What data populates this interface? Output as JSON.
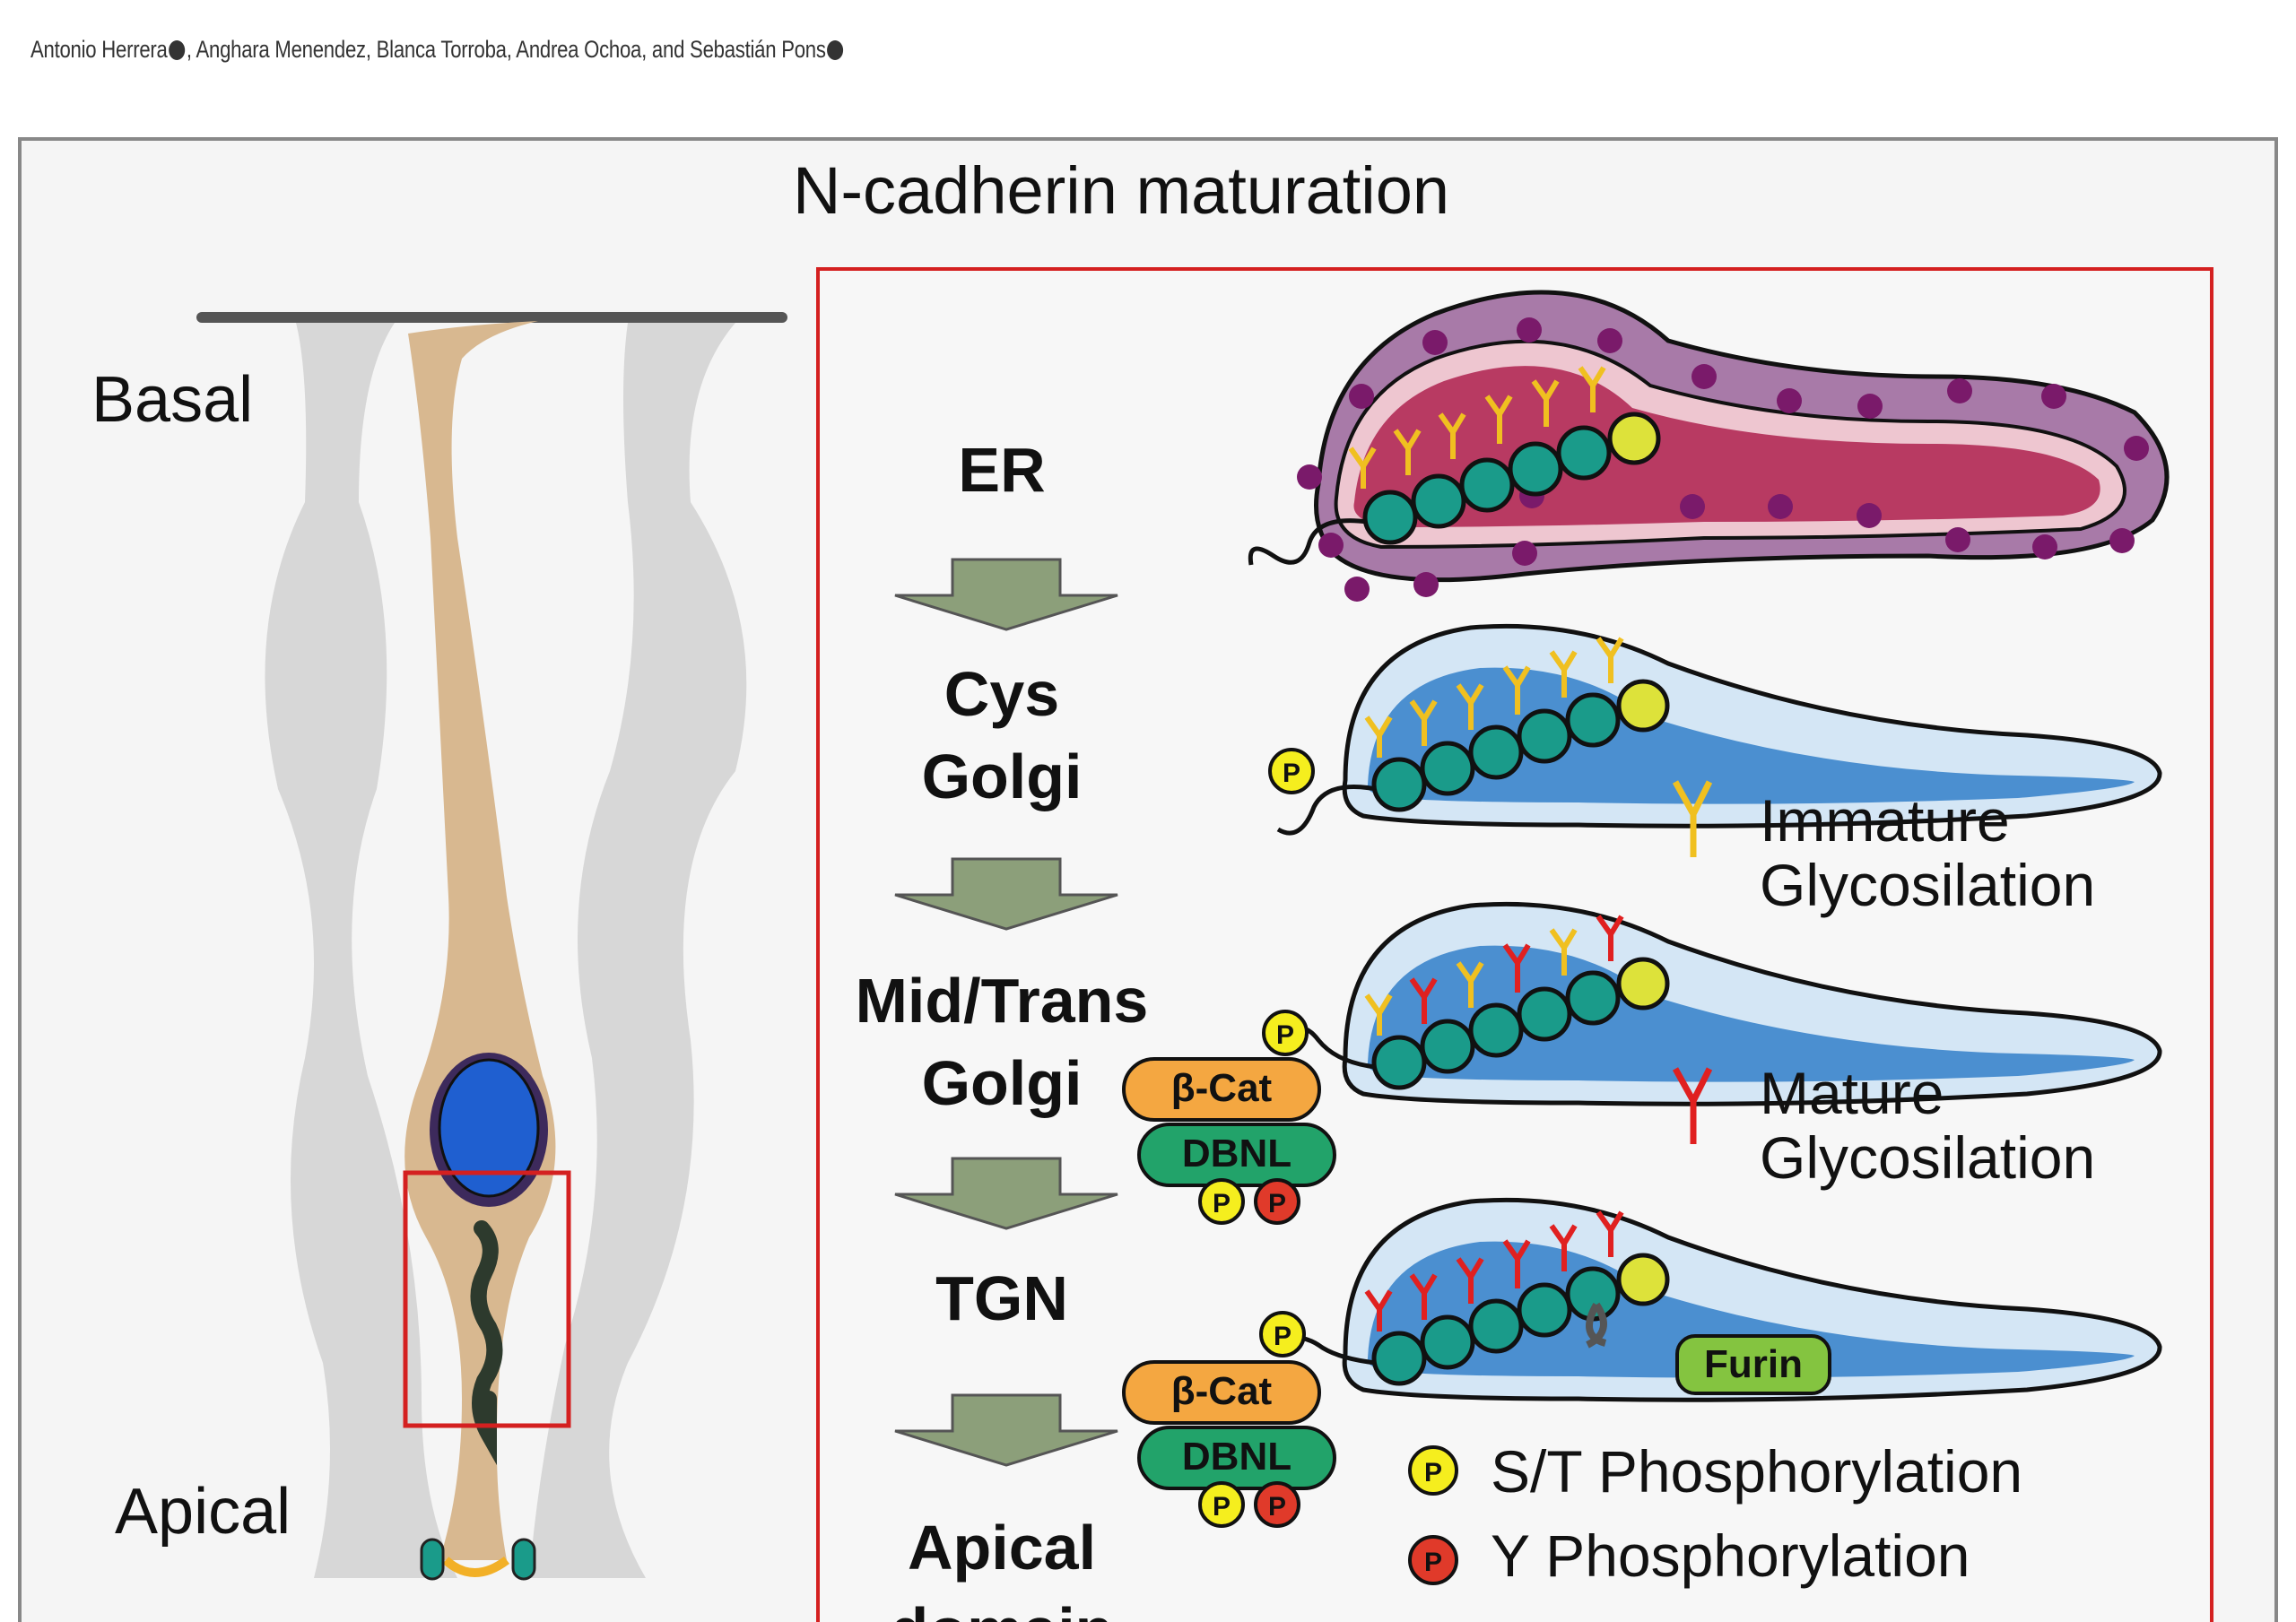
{
  "authors": {
    "name1": "Antonio Herrera",
    "sep1": ", Anghara Menendez, Blanca Torroba, Andrea Ochoa, and Sebastián Pons"
  },
  "figure": {
    "title": "N-cadherin maturation",
    "left_panel": {
      "basal_label": "Basal",
      "apical_label": "Apical"
    },
    "stages": [
      "ER",
      "Cys",
      "Golgi",
      "Mid/Trans",
      "Golgi",
      "TGN",
      "Apical",
      "domain"
    ],
    "legend": {
      "immature_1": "Immature",
      "immature_2": "Glycosilation",
      "mature_1": "Mature",
      "mature_2": "Glycosilation",
      "st_phos": "S/T Phosphorylation",
      "y_phos": "Y Phosphorylation"
    },
    "proteins": {
      "bcat": "β-Cat",
      "dbnl": "DBNL",
      "furin": "Furin",
      "p": "P"
    },
    "colors": {
      "er_outer": "#a87aa8",
      "er_inner": "#b83a62",
      "golgi_outer": "#d4e6f5",
      "golgi_inner": "#4b8fd0",
      "domain": "#1a9b8a",
      "prodomain": "#dde23a",
      "immature_glyco": "#f0c020",
      "mature_glyco": "#e02020",
      "st_phos": "#f5ee1e",
      "y_phos": "#e03a2a",
      "bcat": "#f4a741",
      "dbnl": "#22a36a",
      "furin": "#84c440",
      "arrow": "#8c9f7a",
      "cell": "#d8b890",
      "nucleus": "#1f5fd0",
      "highlight_box": "#d42020"
    }
  }
}
